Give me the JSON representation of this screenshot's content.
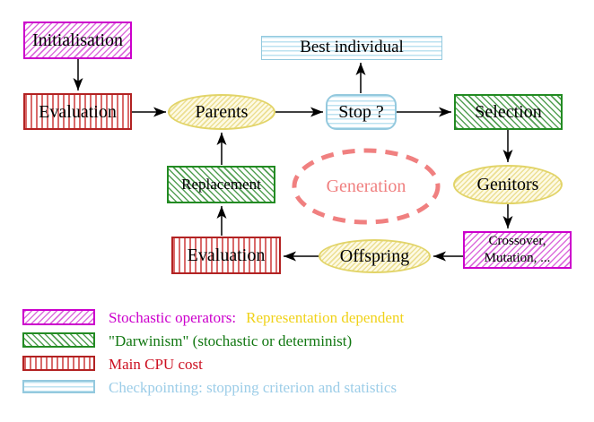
{
  "nodes": {
    "initialisation": "Initialisation",
    "evaluation_top": "Evaluation",
    "best_individual": "Best individual",
    "stop": "Stop ?",
    "selection": "Selection",
    "parents": "Parents",
    "replacement": "Replacement",
    "genitors": "Genitors",
    "generation": "Generation",
    "evaluation_bottom": "Evaluation",
    "offspring": "Offspring",
    "crossover_mutation": {
      "line1": "Crossover,",
      "line2": "Mutation, ..."
    }
  },
  "legend": {
    "items": [
      {
        "name": "stochastic-operators",
        "label": "Stochastic operators:",
        "suffix": "Representation dependent",
        "label_color": "#CC00CC",
        "suffix_color": "#F0D219",
        "pattern": "magenta-diagonal-hatch"
      },
      {
        "name": "darwinism",
        "label": "\"Darwinism\" (stochastic or determinist)",
        "label_color": "#117711",
        "pattern": "green-diagonal-hatch"
      },
      {
        "name": "main-cpu-cost",
        "label": "Main CPU cost",
        "label_color": "#CC1122",
        "pattern": "red-vertical-stripes"
      },
      {
        "name": "checkpointing",
        "label": "Checkpointing: stopping criterion and statistics",
        "label_color": "#9CCDE8",
        "pattern": "cyan-horizontal-stripes"
      }
    ]
  },
  "colors": {
    "background": "#FFFFFF",
    "stochastic_border": "#CC00CC",
    "darwinism_border": "#228B22",
    "cpu_border": "#B22222",
    "checkpoint_border": "#94C9DE",
    "population_ellipse_border": "#E2D468",
    "generation_dashed": "#F08080",
    "arrow": "#000000",
    "node_text": "#000000"
  }
}
